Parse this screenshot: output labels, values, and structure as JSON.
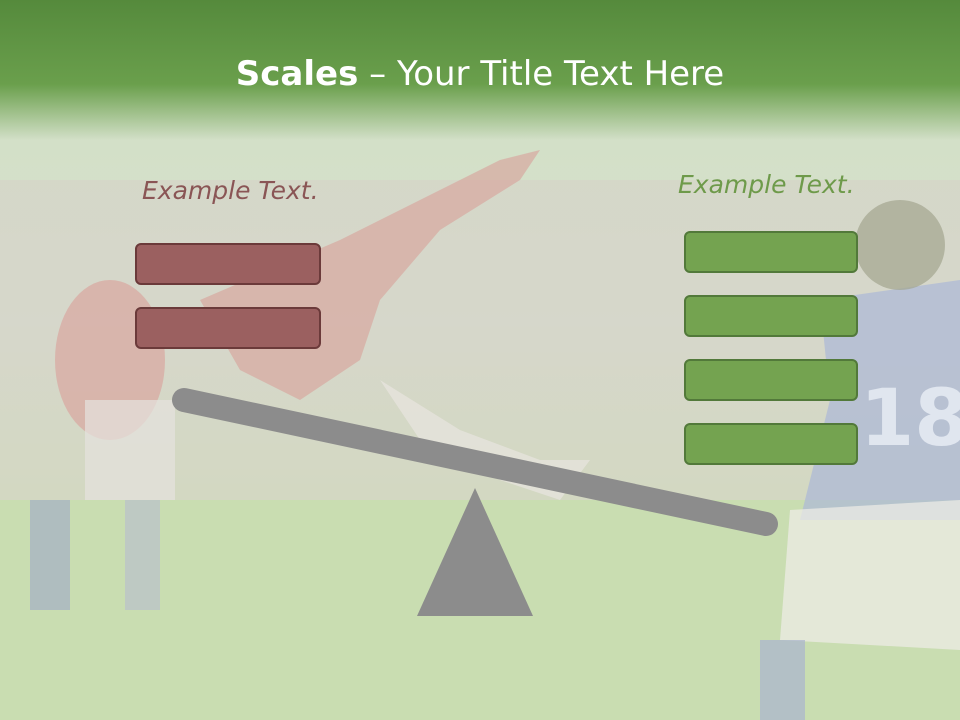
{
  "slide": {
    "title_bold": "Scales",
    "title_rest": " – Your Title Text Here",
    "left_label": "Example Text.",
    "right_label": "Example Text.",
    "left_boxes": 2,
    "right_boxes": 4,
    "colors": {
      "header": "#558a3c",
      "left_box": "#9b6060",
      "right_box": "#74a350",
      "beam": "#8c8c8c"
    }
  }
}
